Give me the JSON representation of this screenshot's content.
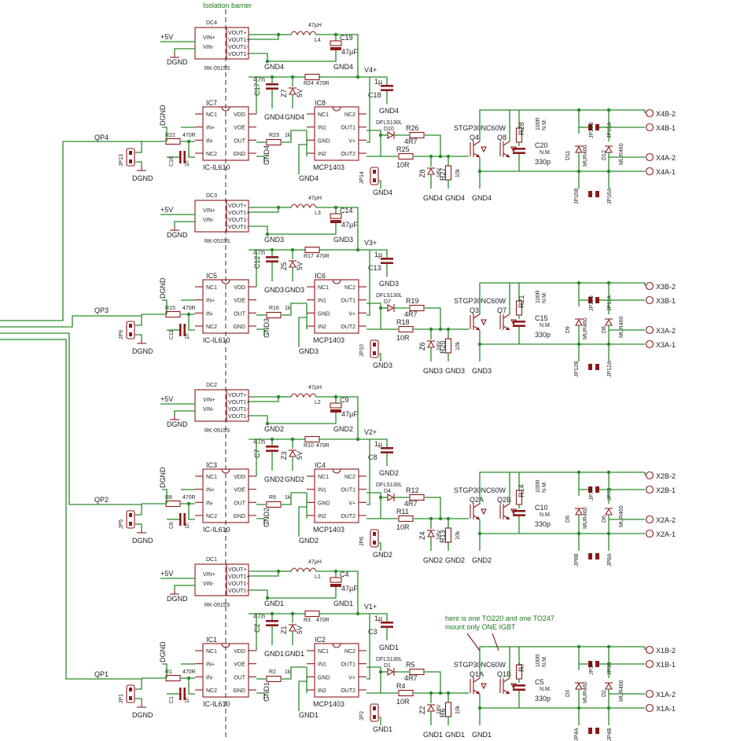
{
  "isolation_label": "Isolation barrier",
  "note": {
    "line1": "here is one TO220 and one TO247",
    "line2": "mount only ONE IGBT"
  },
  "channels": [
    {
      "dc": "DC4",
      "dc_part": "RK-0515S",
      "supply": "+5V",
      "dgnd": "DGND",
      "pins_l": [
        "VIN+",
        "VIN-"
      ],
      "pins_r": [
        "VOUT+",
        "VOUT1+",
        "VOUT1-",
        "VOUT1-"
      ],
      "l_name": "L4",
      "l_val": "47µH",
      "cbulk": "C19",
      "cbulk_val": "47µF",
      "gnd": "GND4",
      "ccer": "C17",
      "ccer_val": "47n",
      "zener": "Z7",
      "zener_val": "5V",
      "rled": "R24",
      "rled_val": "470R",
      "vrail": "V4+",
      "c1u": "C18",
      "c1u_val": "1µ",
      "ic_opto": "IC7",
      "opto_part": "IC-IL610",
      "opto_pins_l": [
        "NC1",
        "IN+",
        "IN-",
        "NC2"
      ],
      "opto_pins_r": [
        "VDD",
        "VOE",
        "OUT",
        "GND"
      ],
      "rin": "R22",
      "rin_val": "470R",
      "cin": "C16",
      "cin_val": "1n",
      "qp": "QP4",
      "jp": "JP13",
      "rmid": "R23",
      "rmid_val": "1k",
      "ic_drv": "IC8",
      "drv_part": "MCP1403",
      "drv_pins_l": [
        "NC1",
        "IN1",
        "GND",
        "IN2"
      ],
      "drv_pins_r": [
        "NC2",
        "OUT1",
        "V+",
        "OUT2"
      ],
      "dfls": "D10",
      "dfls_part": "DFLS130L",
      "r4r7": "R26",
      "r4r7_val": "4R7",
      "r10": "R25",
      "r10_val": "10R",
      "zg": "Z8",
      "zg_val": "18V",
      "r10k": "R27",
      "r10k_val": "10k",
      "jpg": "JP14",
      "igbt": "STGP30NC60W",
      "qa": "Q4",
      "qb": "Q8",
      "rsn": "R28",
      "rsn_val": "100R",
      "csn": "C20",
      "csn_val": "330p",
      "nm": "N.M.",
      "d_a": "D11",
      "d_b": "D12",
      "dpart": "MUR460",
      "jp_a": "JP15B",
      "jp_b": "JP15A",
      "jp_mid_a": "JP16B",
      "jp_mid_b": "JP16A",
      "x_top": [
        "X4B-2",
        "X4B-1"
      ],
      "x_bot": [
        "X4A-2",
        "X4A-1"
      ]
    },
    {
      "dc": "DC3",
      "dc_part": "RK-0515S",
      "supply": "+5V",
      "dgnd": "DGND",
      "pins_l": [
        "VIN+",
        "VIN-"
      ],
      "pins_r": [
        "VOUT+",
        "VOUT1+",
        "VOUT1-",
        "VOUT1-"
      ],
      "l_name": "L3",
      "l_val": "47µH",
      "cbulk": "C14",
      "cbulk_val": "47µF",
      "gnd": "GND3",
      "ccer": "C12",
      "ccer_val": "47n",
      "zener": "Z5",
      "zener_val": "5V",
      "rled": "R17",
      "rled_val": "470R",
      "vrail": "V3+",
      "c1u": "C13",
      "c1u_val": "1µ",
      "ic_opto": "IC5",
      "opto_part": "IC-IL610",
      "opto_pins_l": [
        "NC1",
        "IN+",
        "IN-",
        "NC2"
      ],
      "opto_pins_r": [
        "VDD",
        "VOE",
        "OUT",
        "GND"
      ],
      "rin": "R15",
      "rin_val": "470R",
      "cin": "C11",
      "cin_val": "1n",
      "qp": "QP3",
      "jp": "JP9",
      "rmid": "R16",
      "rmid_val": "1k",
      "ic_drv": "IC6",
      "drv_part": "MCP1403",
      "drv_pins_l": [
        "NC1",
        "IN1",
        "GND",
        "IN2"
      ],
      "drv_pins_r": [
        "NC2",
        "OUT1",
        "V+",
        "OUT2"
      ],
      "dfls": "D7",
      "dfls_part": "DFLS130L",
      "r4r7": "R19",
      "r4r7_val": "4R7",
      "r10": "R18",
      "r10_val": "10R",
      "zg": "Z6",
      "zg_val": "18V",
      "r10k": "R20",
      "r10k_val": "10k",
      "jpg": "JP10",
      "igbt": "STGP30NC60W",
      "qa": "Q3",
      "qb": "Q7",
      "rsn": "R21",
      "rsn_val": "100R",
      "csn": "C15",
      "csn_val": "330p",
      "nm": "N.M.",
      "d_a": "D9",
      "d_b": "D8",
      "dpart": "MUR460",
      "jp_a": "JP11B",
      "jp_b": "JP11A",
      "jp_mid_a": "JP12B",
      "jp_mid_b": "JP12A",
      "x_top": [
        "X3B-2",
        "X3B-1"
      ],
      "x_bot": [
        "X3A-2",
        "X3A-1"
      ]
    },
    {
      "dc": "DC2",
      "dc_part": "RK-0515S",
      "supply": "+5V",
      "dgnd": "DGND",
      "pins_l": [
        "VIN+",
        "VIN-"
      ],
      "pins_r": [
        "VOUT+",
        "VOUT1+",
        "VOUT1-",
        "VOUT1-"
      ],
      "l_name": "L2",
      "l_val": "47µH",
      "cbulk": "C9",
      "cbulk_val": "47µF",
      "gnd": "GND2",
      "ccer": "C7",
      "ccer_val": "47n",
      "zener": "Z3",
      "zener_val": "5V",
      "rled": "R10",
      "rled_val": "470R",
      "vrail": "V2+",
      "c1u": "C8",
      "c1u_val": "1µ",
      "ic_opto": "IC3",
      "opto_part": "IC-IL610",
      "opto_pins_l": [
        "NC1",
        "IN+",
        "IN-",
        "NC2"
      ],
      "opto_pins_r": [
        "VDD",
        "VOE",
        "OUT",
        "GND"
      ],
      "rin": "R8",
      "rin_val": "470R",
      "cin": "C6",
      "cin_val": "1n",
      "qp": "QP2",
      "jp": "JP5",
      "rmid": "R9",
      "rmid_val": "1k",
      "ic_drv": "IC4",
      "drv_part": "MCP1403",
      "drv_pins_l": [
        "NC1",
        "IN1",
        "GND",
        "IN2"
      ],
      "drv_pins_r": [
        "NC2",
        "OUT1",
        "V+",
        "OUT2"
      ],
      "dfls": "D4",
      "dfls_part": "DFLS130L",
      "r4r7": "R12",
      "r4r7_val": "4R7",
      "r10": "R11",
      "r10_val": "10R",
      "zg": "Z4",
      "zg_val": "18V",
      "r10k": "R13",
      "r10k_val": "10k",
      "jpg": "JP6",
      "igbt": "STGP30NC60W",
      "qa": "Q2A",
      "qb": "Q2B",
      "rsn": "R14",
      "rsn_val": "100R",
      "csn": "C10",
      "csn_val": "330p",
      "nm": "N.M.",
      "d_a": "D5",
      "d_b": "D6",
      "dpart": "MUR460",
      "jp_a": "JP7A",
      "jp_b": "JP7B",
      "jp_mid_a": "JP8B",
      "jp_mid_b": "JP8A",
      "x_top": [
        "X2B-2",
        "X2B-1"
      ],
      "x_bot": [
        "X2A-2",
        "X2A-1"
      ]
    },
    {
      "dc": "DC1",
      "dc_part": "RK-0515S",
      "supply": "+5V",
      "dgnd": "DGND",
      "pins_l": [
        "VIN+",
        "VIN-"
      ],
      "pins_r": [
        "VOUT+",
        "VOUT1+",
        "VOUT1-",
        "VOUT1-"
      ],
      "l_name": "L1",
      "l_val": "47µH",
      "cbulk": "C4",
      "cbulk_val": "47µF",
      "gnd": "GND1",
      "ccer": "C2",
      "ccer_val": "47n",
      "zener": "Z1",
      "zener_val": "5V",
      "rled": "R3",
      "rled_val": "470R",
      "vrail": "V1+",
      "c1u": "C3",
      "c1u_val": "1µ",
      "ic_opto": "IC1",
      "opto_part": "IC-IL610",
      "opto_pins_l": [
        "NC1",
        "IN+",
        "IN-",
        "NC2"
      ],
      "opto_pins_r": [
        "VDD",
        "VOE",
        "OUT",
        "GND"
      ],
      "rin": "R1",
      "rin_val": "470R",
      "cin": "C1",
      "cin_val": "1n",
      "qp": "QP1",
      "jp": "JP1",
      "rmid": "R2",
      "rmid_val": "1k",
      "ic_drv": "IC2",
      "drv_part": "MCP1403",
      "drv_pins_l": [
        "NC1",
        "IN1",
        "GND",
        "IN2"
      ],
      "drv_pins_r": [
        "NC2",
        "OUT1",
        "V+",
        "OUT2"
      ],
      "dfls": "D1",
      "dfls_part": "DFLS130L",
      "r4r7": "R5",
      "r4r7_val": "4R7",
      "r10": "R4",
      "r10_val": "10R",
      "zg": "Z2",
      "zg_val": "18V",
      "r10k": "R6",
      "r10k_val": "10k",
      "jpg": "JP2",
      "igbt": "STGP30NC60W",
      "qa": "Q1A",
      "qb": "Q1B",
      "rsn": "R7",
      "rsn_val": "100R",
      "csn": "C5",
      "csn_val": "330p",
      "nm": "N.M.",
      "d_a": "D3",
      "d_b": "D2",
      "dpart": "MUR460",
      "jp_a": "JP3A",
      "jp_b": "JP3B",
      "jp_mid_a": "JP4A",
      "jp_mid_b": "JP4B",
      "x_top": [
        "X1B-2",
        "X1B-1"
      ],
      "x_bot": [
        "X1A-2",
        "X1A-1"
      ]
    }
  ]
}
